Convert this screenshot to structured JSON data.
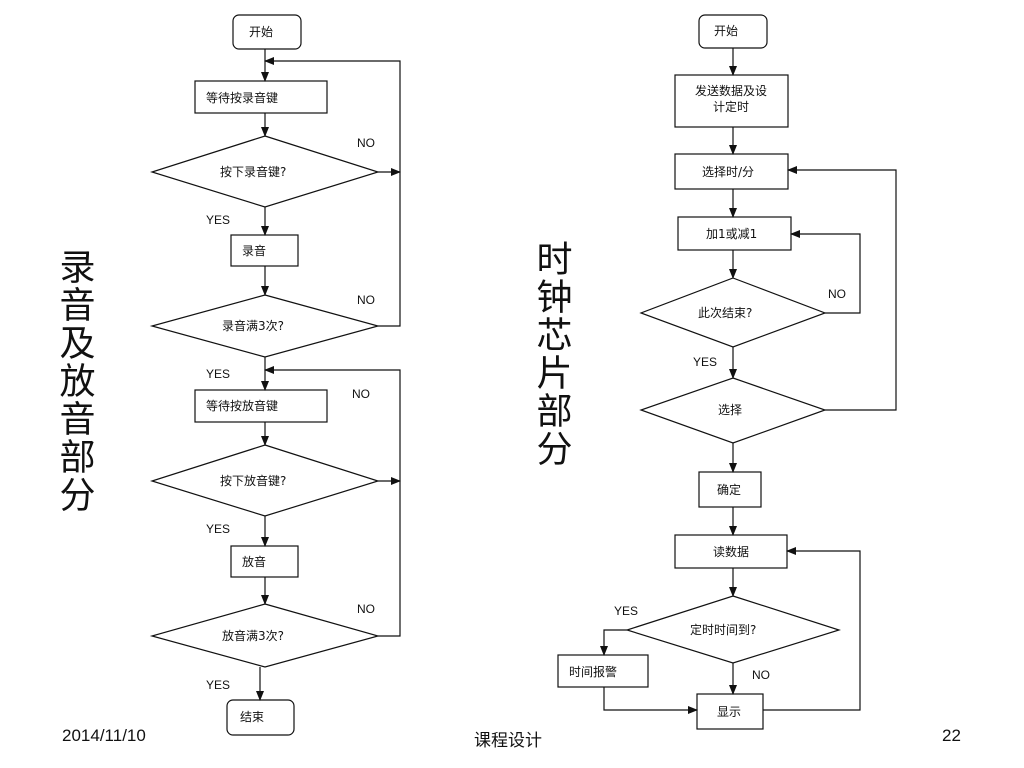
{
  "left_title": "录音及放音部分",
  "right_title": "时钟芯片部分",
  "left": {
    "start": "开始",
    "wait_record": "等待按录音键",
    "press_record": "按下录音键?",
    "record": "录音",
    "record_3": "录音满3次?",
    "wait_play": "等待按放音键",
    "press_play": "按下放音键?",
    "play": "放音",
    "play_3": "放音满3次?",
    "end": "结束",
    "no_1": "NO",
    "yes_1": "YES",
    "no_2": "NO",
    "yes_2": "YES",
    "no_3": "NO",
    "yes_3": "YES",
    "no_4": "NO",
    "yes_4": "YES"
  },
  "right": {
    "start": "开始",
    "send": "发送数据及设计定时",
    "select_hm": "选择时/分",
    "plus_minus": "加1或减1",
    "done": "此次结束?",
    "no_done": "NO",
    "yes_done": "YES",
    "select": "选择",
    "confirm": "确定",
    "read": "读数据",
    "timer": "定时时间到?",
    "yes_timer": "YES",
    "no_timer": "NO",
    "alarm": "时间报警",
    "display": "显示"
  },
  "footer": {
    "date": "2014/11/10",
    "course": "课程设计",
    "page": "22"
  }
}
